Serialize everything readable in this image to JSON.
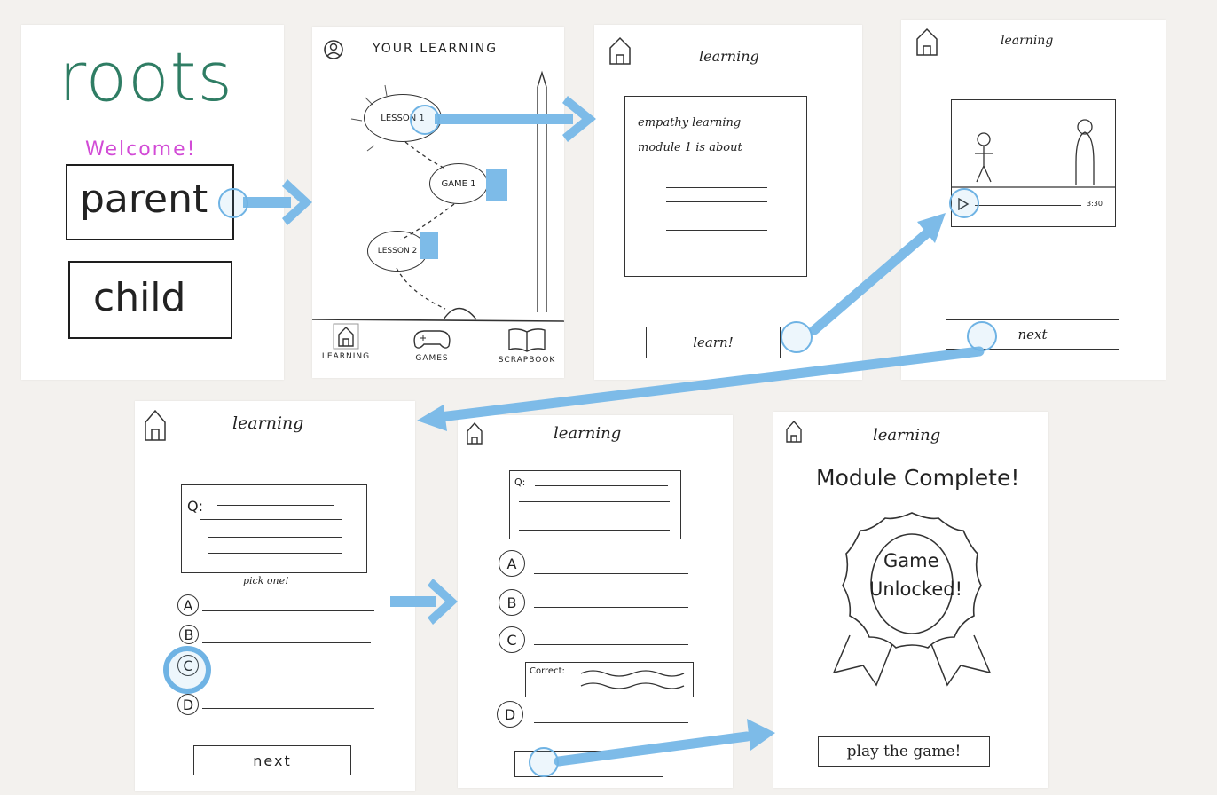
{
  "colors": {
    "arrow": "#7dbbe8",
    "tap": "#6fb3e4",
    "brand": "#2f7d64",
    "welcome": "#d24bd6"
  },
  "screens": {
    "login": {
      "logo": "roots",
      "welcome": "Welcome!",
      "parent": "parent",
      "child": "child"
    },
    "map": {
      "title": "YOUR LEARNING",
      "nodes": {
        "lesson1": "LESSON 1",
        "game1": "GAME 1",
        "lesson2": "LESSON 2"
      },
      "tabs": {
        "learning": "LEARNING",
        "games": "GAMES",
        "scrapbook": "SCRAPBOOK"
      }
    },
    "intro": {
      "title": "learning",
      "line1": "empathy learning",
      "line2": "module 1  is about",
      "button": "learn!"
    },
    "video": {
      "title": "learning",
      "time": "3:30",
      "button": "next"
    },
    "quiz": {
      "title": "learning",
      "q": "Q:",
      "pick": "pick one!",
      "a": "A",
      "b": "B",
      "c": "C",
      "d": "D",
      "button": "next"
    },
    "feedback": {
      "title": "learning",
      "q": "Q:",
      "a": "A",
      "b": "B",
      "c": "C",
      "d": "D",
      "correct": "Correct:"
    },
    "complete": {
      "title": "learning",
      "heading": "Module Complete!",
      "badge1": "Game",
      "badge2": "Unlocked!",
      "button": "play the game!"
    }
  }
}
